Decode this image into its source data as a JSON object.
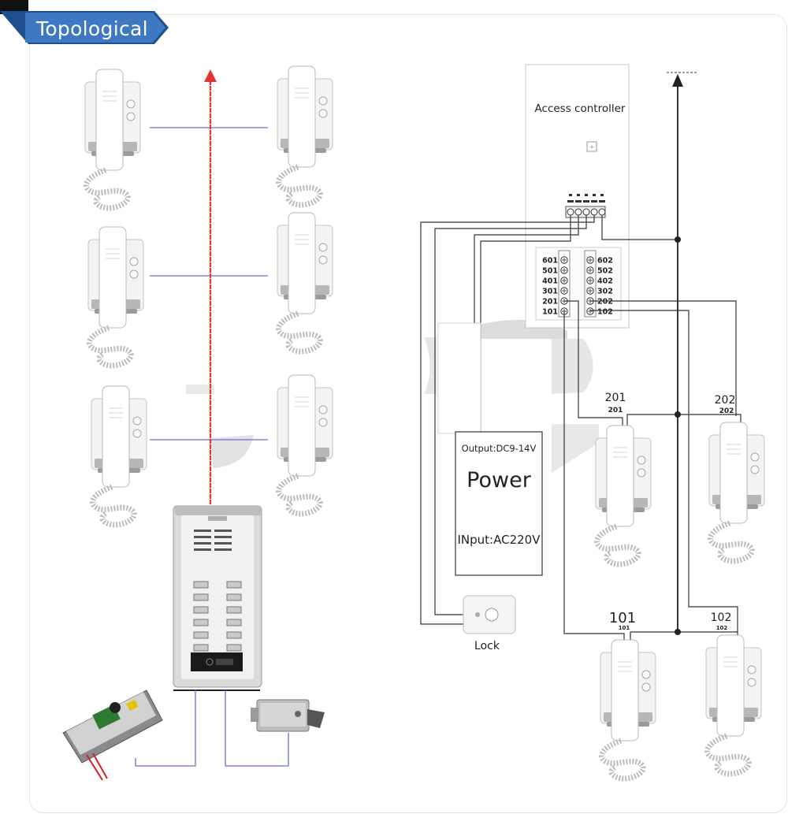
{
  "banner": {
    "title": "Topological"
  },
  "controller": {
    "title": "Access controller"
  },
  "terminal_labels_left": [
    "601",
    "501",
    "401",
    "301",
    "201",
    "101"
  ],
  "terminal_labels_right": [
    "602",
    "502",
    "402",
    "302",
    "202",
    "102"
  ],
  "power": {
    "output": "Output:DC9-14V",
    "title": "Power",
    "input": "INput:AC220V"
  },
  "lock": {
    "label": "Lock"
  },
  "indoor_units": [
    {
      "label": "201",
      "sublabel": "201"
    },
    {
      "label": "202",
      "sublabel": "202"
    },
    {
      "label": "101",
      "sublabel": "101"
    },
    {
      "label": "102",
      "sublabel": "102"
    }
  ],
  "colors": {
    "banner": "#3f78c2",
    "riser": "#e3342f",
    "branch": "#6b6bd8",
    "wire": "#333333"
  }
}
